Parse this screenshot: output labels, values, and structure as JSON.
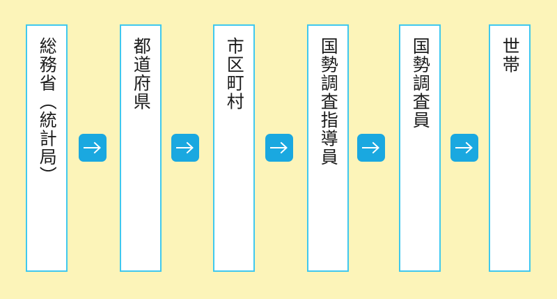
{
  "diagram": {
    "type": "horizontal-flow",
    "background_color": "#fcf4b9",
    "box_border_color": "#3fc8ee",
    "box_fill_color": "#ffffff",
    "arrow_chip_color": "#1aa8e0",
    "arrow_glyph_color": "#ffffff",
    "text_color": "#1b1b1b",
    "text_orientation": "vertical",
    "nodes": [
      {
        "id": "node-1",
        "label": "総務省（統計局）"
      },
      {
        "id": "node-2",
        "label": "都道府県"
      },
      {
        "id": "node-3",
        "label": "市区町村"
      },
      {
        "id": "node-4",
        "label": "国勢調査指導員"
      },
      {
        "id": "node-5",
        "label": "国勢調査員"
      },
      {
        "id": "node-6",
        "label": "世帯"
      }
    ],
    "connectors": [
      {
        "id": "connector-1",
        "icon": "arrow-right-icon",
        "from": "node-1",
        "to": "node-2"
      },
      {
        "id": "connector-2",
        "icon": "arrow-right-icon",
        "from": "node-2",
        "to": "node-3"
      },
      {
        "id": "connector-3",
        "icon": "arrow-right-icon",
        "from": "node-3",
        "to": "node-4"
      },
      {
        "id": "connector-4",
        "icon": "arrow-right-icon",
        "from": "node-4",
        "to": "node-5"
      },
      {
        "id": "connector-5",
        "icon": "arrow-right-icon",
        "from": "node-5",
        "to": "node-6"
      }
    ]
  }
}
